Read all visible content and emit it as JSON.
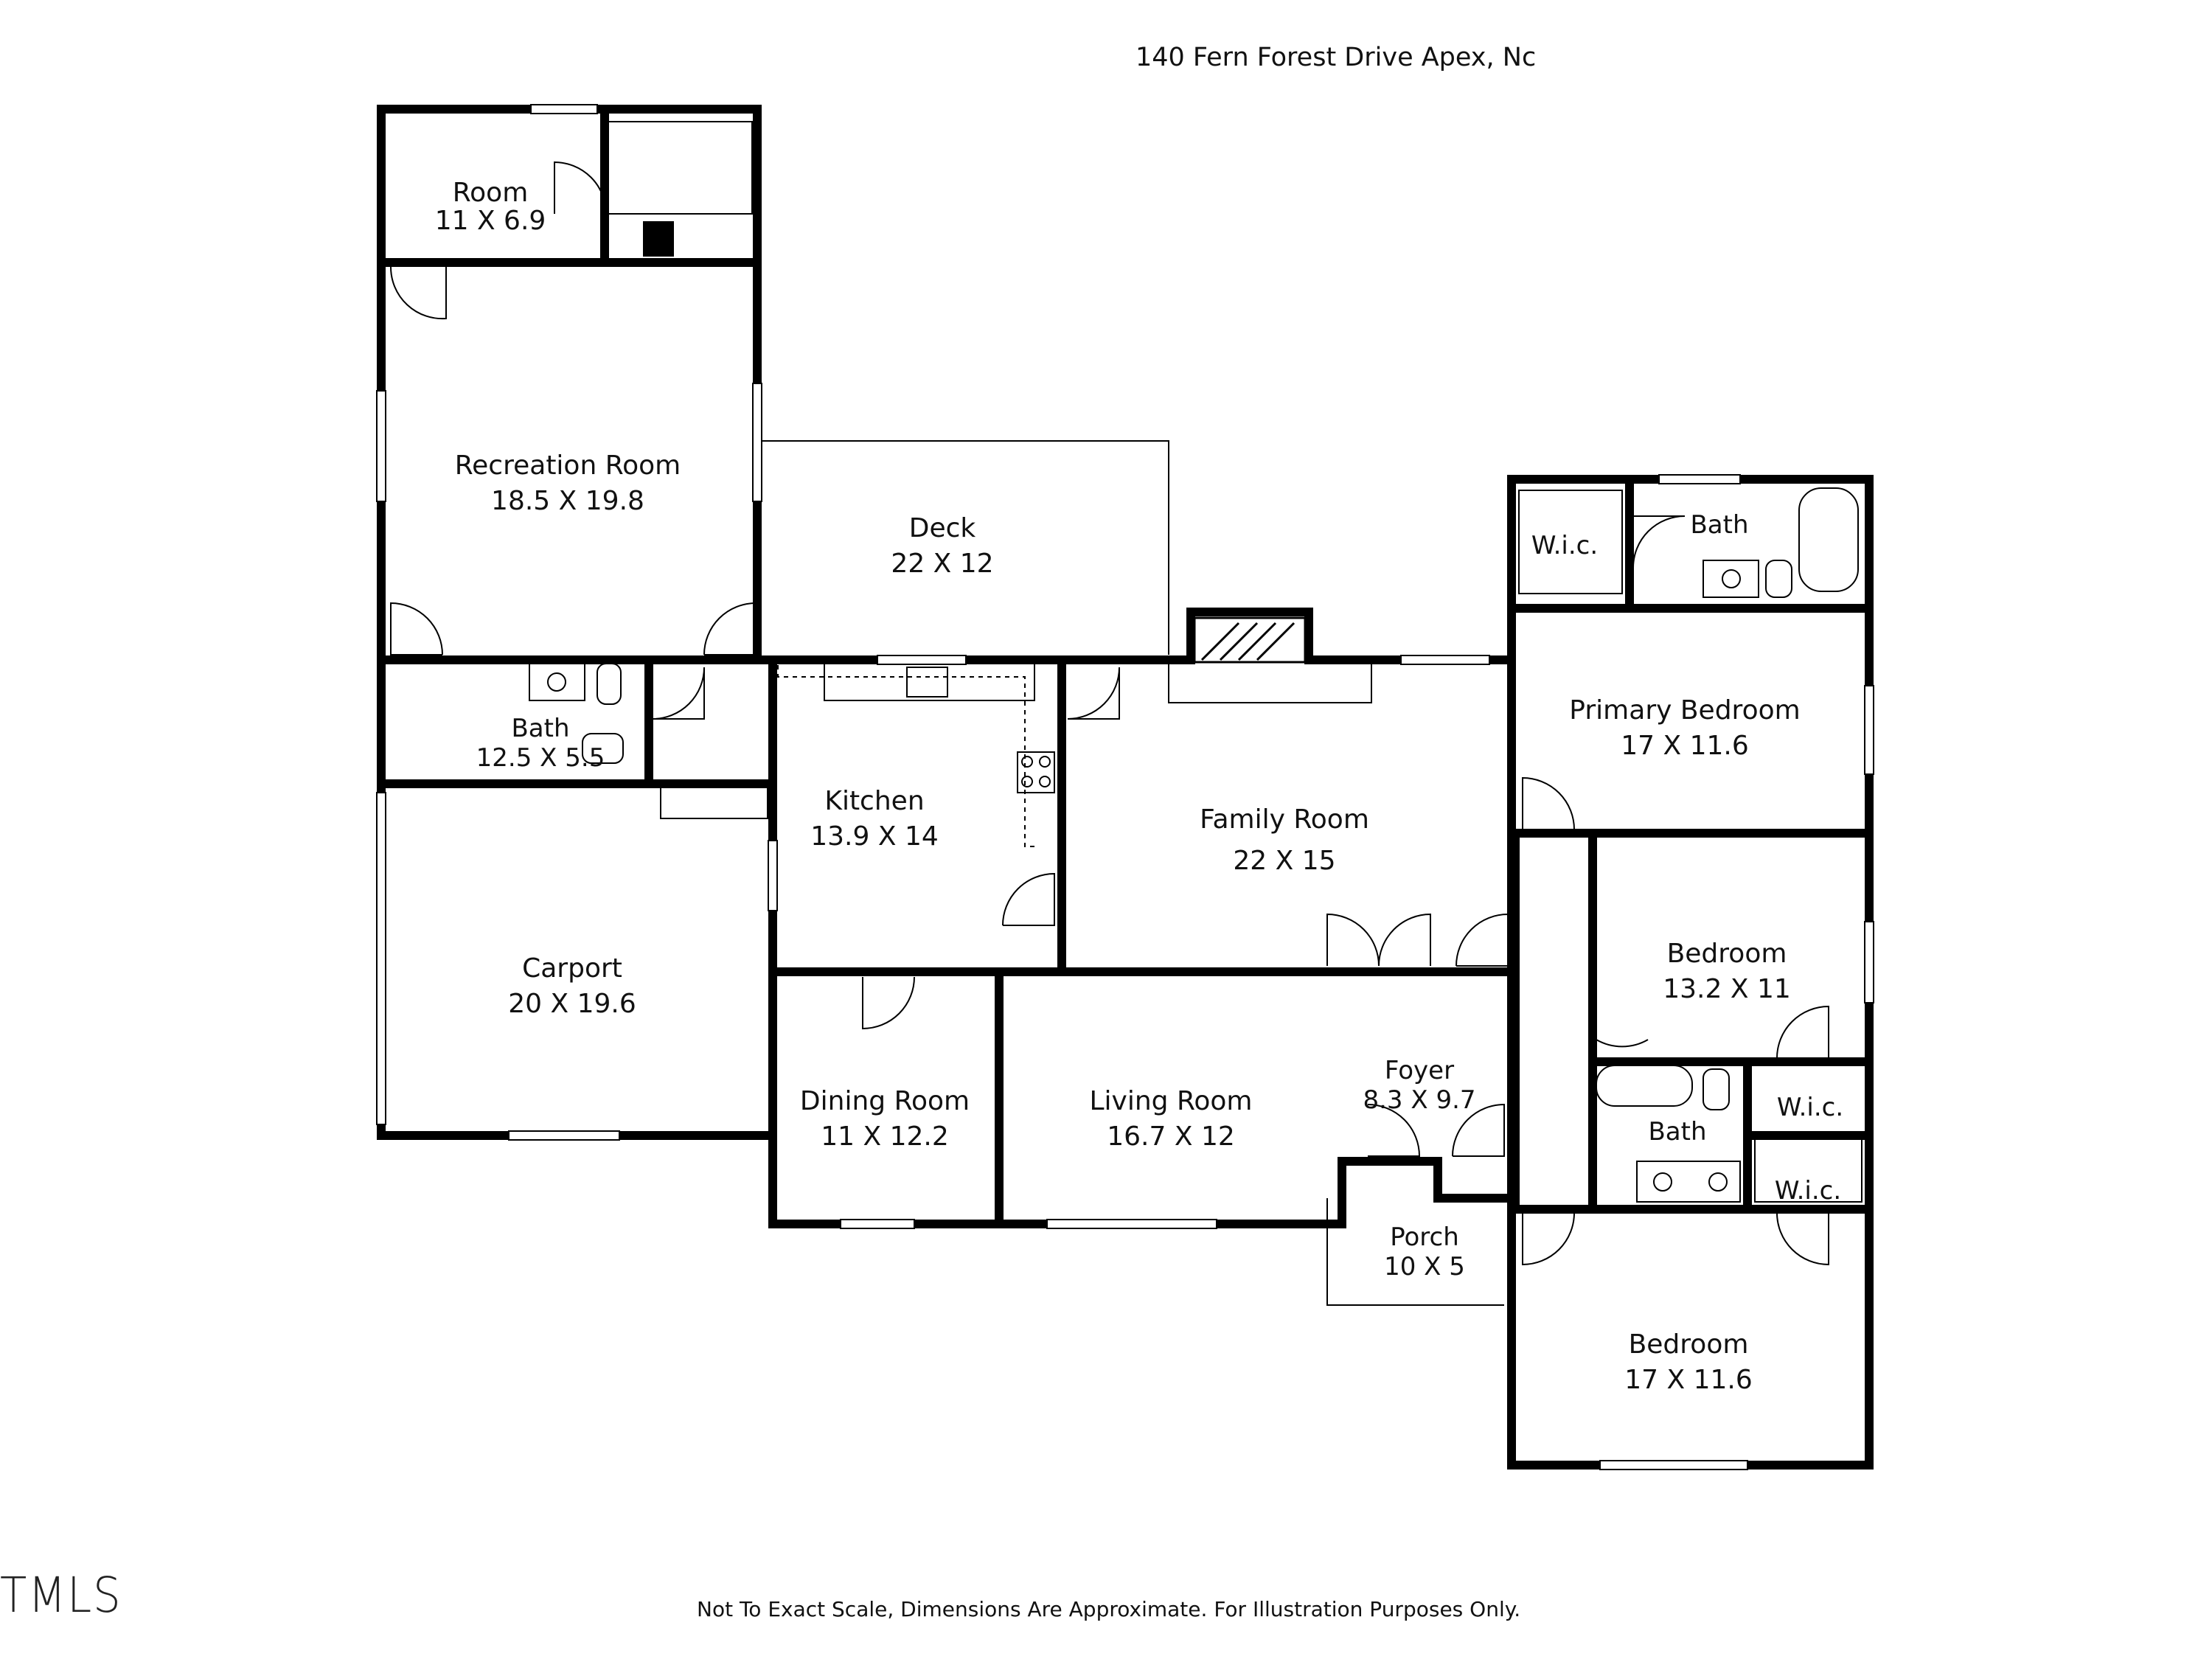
{
  "title": "140 Fern Forest Drive Apex, Nc",
  "disclaimer": "Not To Exact Scale, Dimensions Are Approximate. For Illustration Purposes Only.",
  "logo_text": "TMLS",
  "rooms": {
    "room": {
      "name": "Room",
      "dims": "11 X 6.9"
    },
    "recreation": {
      "name": "Recreation Room",
      "dims": "18.5 X 19.8"
    },
    "deck": {
      "name": "Deck",
      "dims": "22 X 12"
    },
    "bath_left": {
      "name": "Bath",
      "dims": "12.5 X 5.5"
    },
    "kitchen": {
      "name": "Kitchen",
      "dims": "13.9 X 14"
    },
    "family": {
      "name": "Family Room",
      "dims": "22 X 15"
    },
    "carport": {
      "name": "Carport",
      "dims": "20 X 19.6"
    },
    "dining": {
      "name": "Dining Room",
      "dims": "11 X 12.2"
    },
    "living": {
      "name": "Living Room",
      "dims": "16.7 X 12"
    },
    "foyer": {
      "name": "Foyer",
      "dims": "8.3 X 9.7"
    },
    "porch": {
      "name": "Porch",
      "dims": "10 X 5"
    },
    "wic_top": {
      "name": "W.i.c."
    },
    "bath_primary": {
      "name": "Bath"
    },
    "primary_bedroom": {
      "name": "Primary Bedroom",
      "dims": "17 X 11.6"
    },
    "bedroom_mid": {
      "name": "Bedroom",
      "dims": "13.2 X 11"
    },
    "wic_mid": {
      "name": "W.i.c."
    },
    "bath_hall": {
      "name": "Bath"
    },
    "wic_low": {
      "name": "W.i.c."
    },
    "bedroom_low": {
      "name": "Bedroom",
      "dims": "17 X 11.6"
    }
  }
}
